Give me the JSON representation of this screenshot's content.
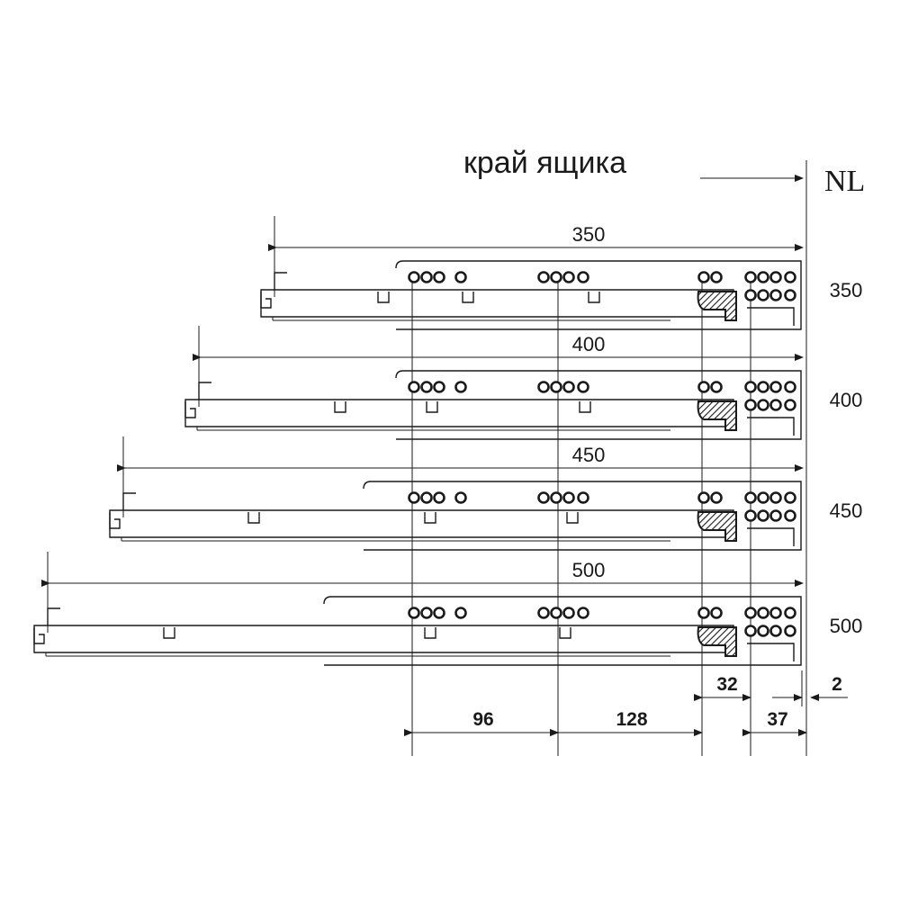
{
  "header": {
    "edge_label": "край ящика",
    "line_label": "NL"
  },
  "slides": [
    {
      "length": "350",
      "size_label": "350"
    },
    {
      "length": "400",
      "size_label": "400"
    },
    {
      "length": "450",
      "size_label": "450"
    },
    {
      "length": "500",
      "size_label": "500"
    }
  ],
  "bottom_dimensions": {
    "d96": "96",
    "d128": "128",
    "d37": "37",
    "d32": "32",
    "d2": "2"
  }
}
